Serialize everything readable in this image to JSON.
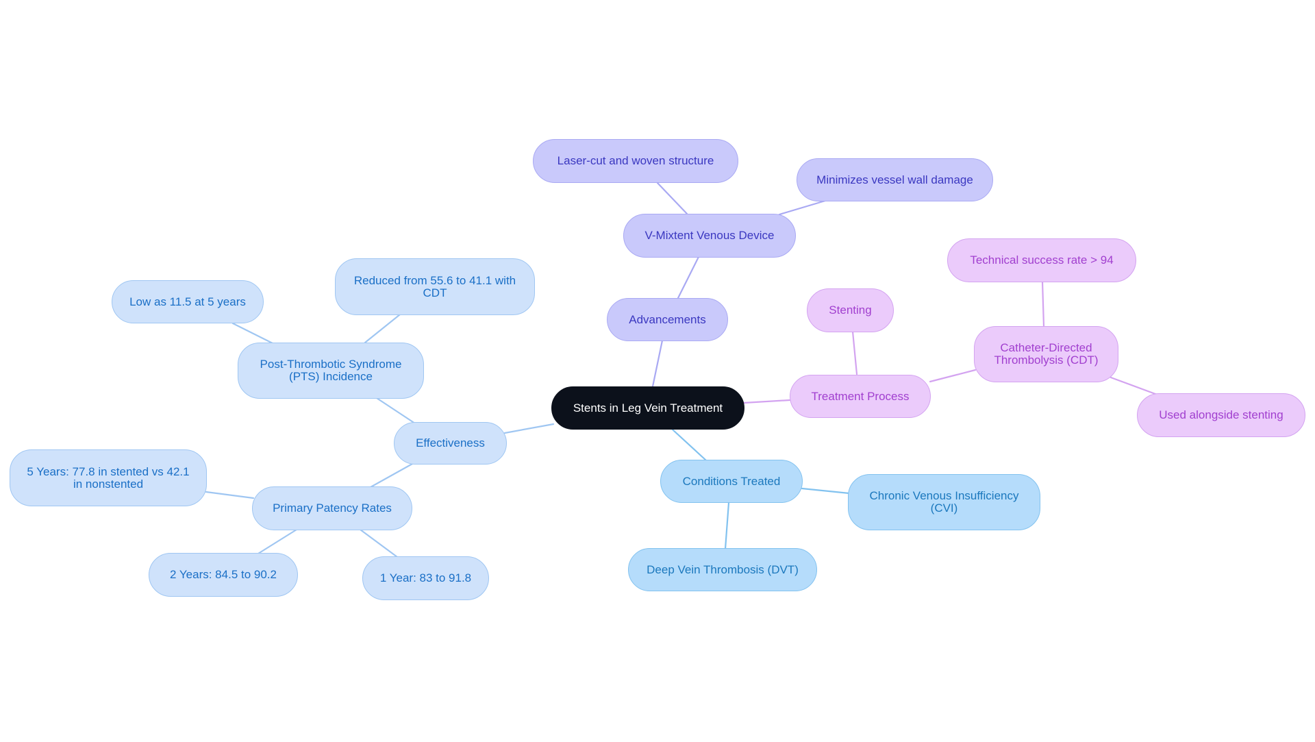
{
  "root": {
    "label": "Stents in Leg Vein Treatment"
  },
  "advancements": {
    "label": "Advancements",
    "device": {
      "label": "V-Mixtent Venous Device",
      "structure": "Laser-cut and woven structure",
      "damage": "Minimizes vessel wall damage"
    }
  },
  "treatment": {
    "label": "Treatment Process",
    "stenting": "Stenting",
    "cdt": {
      "label": "Catheter-Directed Thrombolysis (CDT)",
      "success": "Technical success rate > 94",
      "alongside": "Used alongside stenting"
    }
  },
  "conditions": {
    "label": "Conditions Treated",
    "cvi": "Chronic Venous Insufficiency (CVI)",
    "dvt": "Deep Vein Thrombosis (DVT)"
  },
  "effectiveness": {
    "label": "Effectiveness",
    "pts": {
      "label": "Post-Thrombotic Syndrome (PTS) Incidence",
      "low": "Low as 11.5 at 5 years",
      "reduced": "Reduced from 55.6 to 41.1 with CDT"
    },
    "patency": {
      "label": "Primary Patency Rates",
      "five_years": "5 Years: 77.8 in stented vs 42.1 in nonstented",
      "two_years": "2 Years: 84.5 to 90.2",
      "one_year": "1 Year: 83 to 91.8"
    }
  }
}
